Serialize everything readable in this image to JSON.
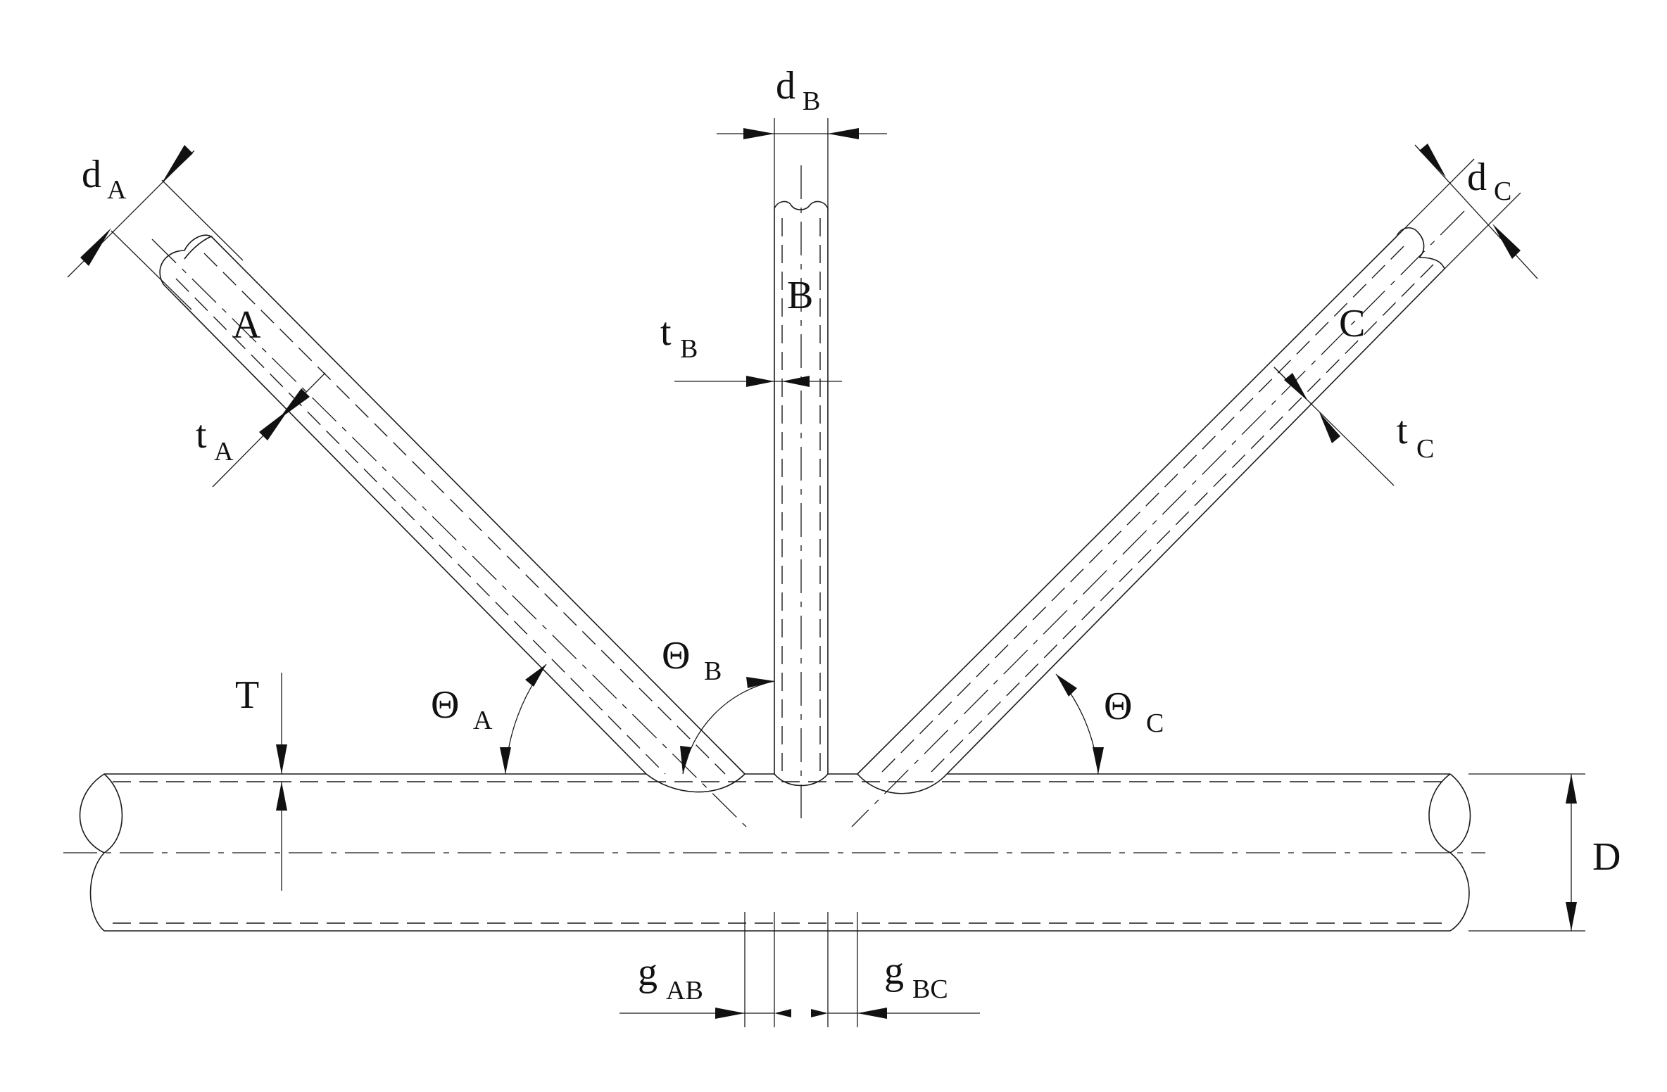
{
  "labels": {
    "brace_a": "A",
    "brace_b": "B",
    "brace_c": "C",
    "chord_d": "D",
    "chord_t": "T",
    "d_a": {
      "main": "d",
      "sub": "A"
    },
    "d_b": {
      "main": "d",
      "sub": "B"
    },
    "d_c": {
      "main": "d",
      "sub": "C"
    },
    "t_a": {
      "main": "t",
      "sub": "A"
    },
    "t_b": {
      "main": "t",
      "sub": "B"
    },
    "t_c": {
      "main": "t",
      "sub": "C"
    },
    "theta_a": {
      "main": "Θ",
      "sub": "A"
    },
    "theta_b": {
      "main": "Θ",
      "sub": "B"
    },
    "theta_c": {
      "main": "Θ",
      "sub": "C"
    },
    "g_ab": {
      "main": "g",
      "sub": "AB"
    },
    "g_bc": {
      "main": "g",
      "sub": "BC"
    }
  },
  "colors": {
    "line": "#1a1a1a",
    "text": "#111111",
    "background": "#ffffff"
  }
}
